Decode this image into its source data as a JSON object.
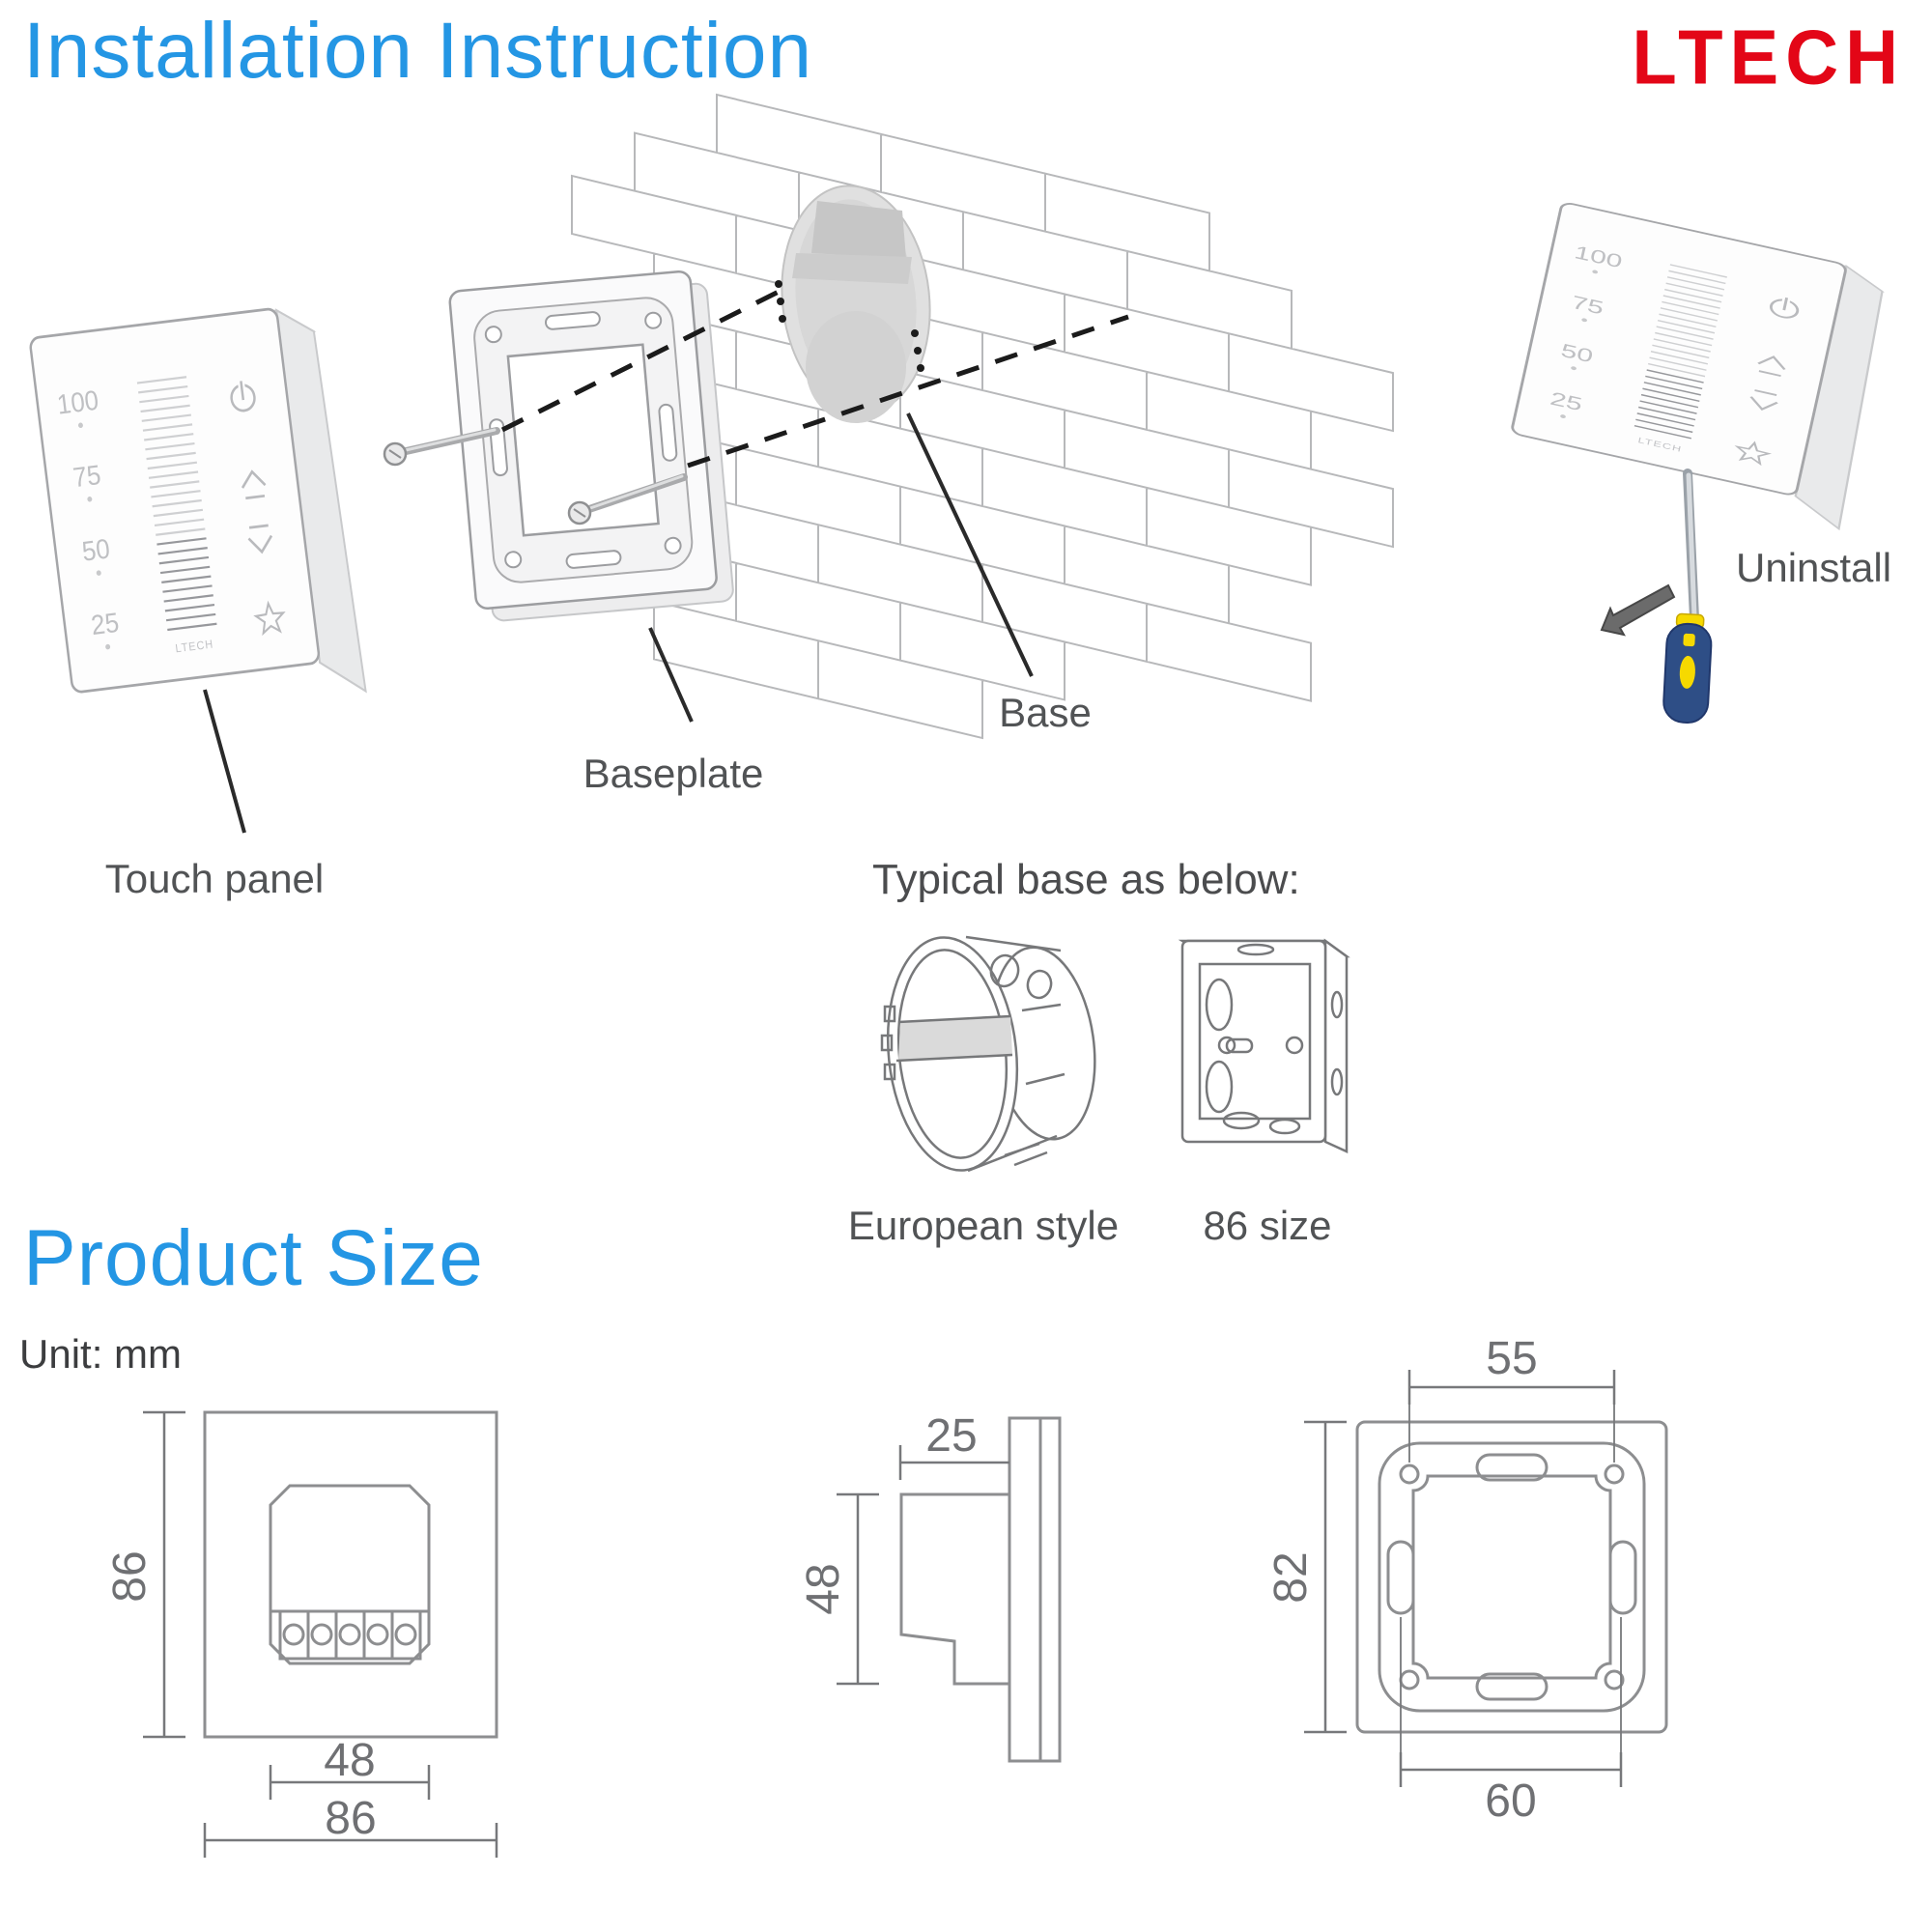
{
  "header": {
    "title": "Installation Instruction",
    "brand": "LTECH"
  },
  "installation": {
    "labels": {
      "touch_panel": "Touch panel",
      "baseplate": "Baseplate",
      "base": "Base",
      "uninstall": "Uninstall"
    },
    "panel": {
      "scale_marks": [
        "100",
        "75",
        "50",
        "25"
      ],
      "brand": "LTECH",
      "icons": [
        "power-icon",
        "brightness-up-icon",
        "brightness-down-icon",
        "scene-star-icon"
      ]
    },
    "typical_base": {
      "heading": "Typical base as below:",
      "items": [
        {
          "label": "European style"
        },
        {
          "label": "86 size"
        }
      ]
    }
  },
  "product_size": {
    "heading": "Product Size",
    "unit": "Unit: mm",
    "front_view": {
      "height": "86",
      "inner_width": "48",
      "width": "86"
    },
    "side_view": {
      "depth": "25",
      "height": "48"
    },
    "frame_view": {
      "hole_spacing": "55",
      "height": "82",
      "slot_spacing": "60"
    }
  },
  "colors": {
    "accent_blue": "#2496e4",
    "brand_red": "#e30617",
    "label_gray": "#515355",
    "drawing_line": "#8d8e90"
  }
}
